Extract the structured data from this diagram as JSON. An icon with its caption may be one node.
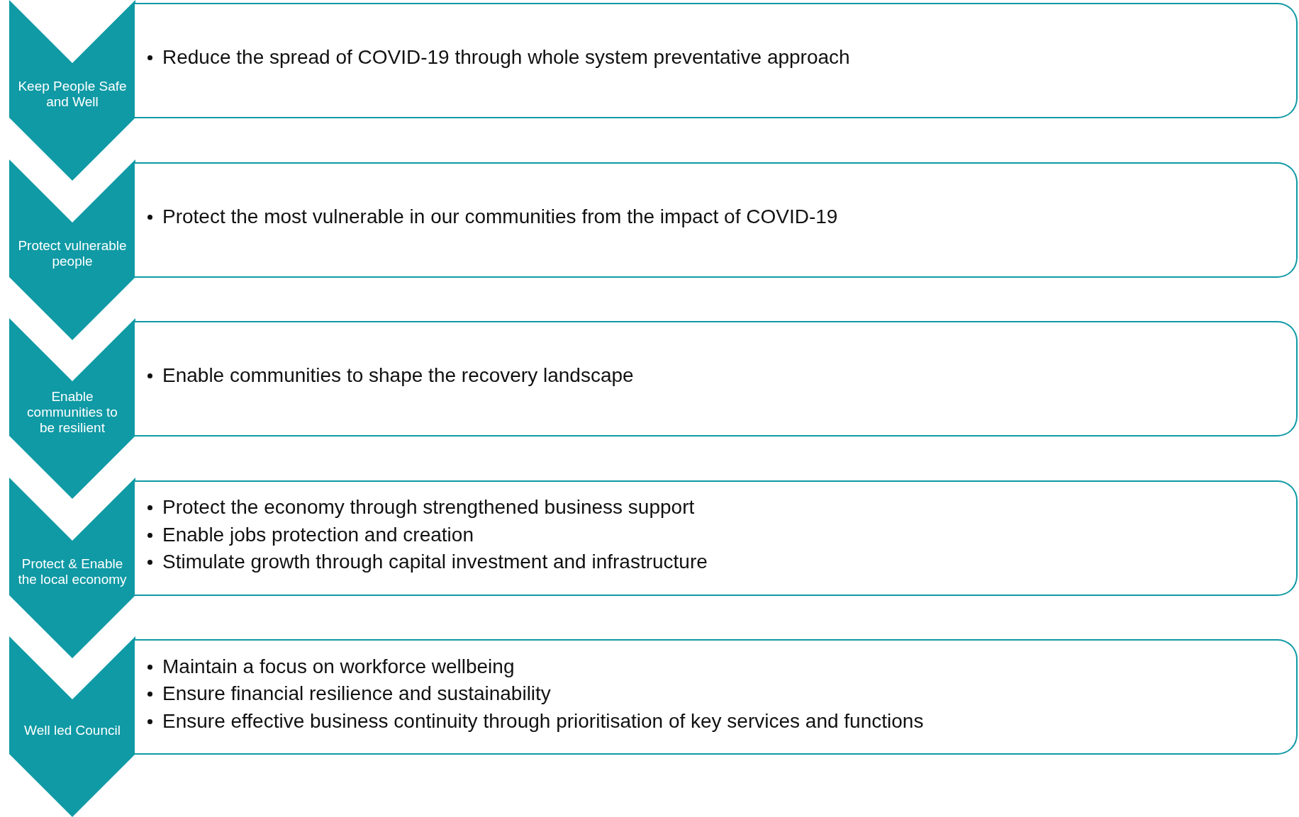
{
  "diagram": {
    "nodes": [
      {
        "text": [
          "Keep People Safe and Well"
        ]
      },
      {
        "text": [
          "Reduce the spread of COVID-19 through whole system preventative approach"
        ]
      },
      {
        "text": [
          "Protect vulnerable people"
        ]
      },
      {
        "text": [
          "Protect the most vulnerable in our communities from the impact of COVID-19"
        ]
      },
      {
        "text": [
          "Enable communities to be resilient"
        ]
      },
      {
        "text": [
          "Enable communities to shape the recovery landscape"
        ]
      },
      {
        "text": [
          "Protect & Enable the local economy"
        ]
      },
      {
        "text": [
          "Protect the economy through strengthened business support",
          "Enable jobs protection and creation",
          "Stimulate growth through capital investment and infrastructure"
        ]
      },
      {
        "text": [
          "Well led Council"
        ]
      },
      {
        "text": [
          "Maintain a focus on workforce wellbeing",
          "Ensure financial resilience and sustainability",
          "Ensure effective business continuity through prioritisation of key services and functions"
        ]
      }
    ]
  }
}
